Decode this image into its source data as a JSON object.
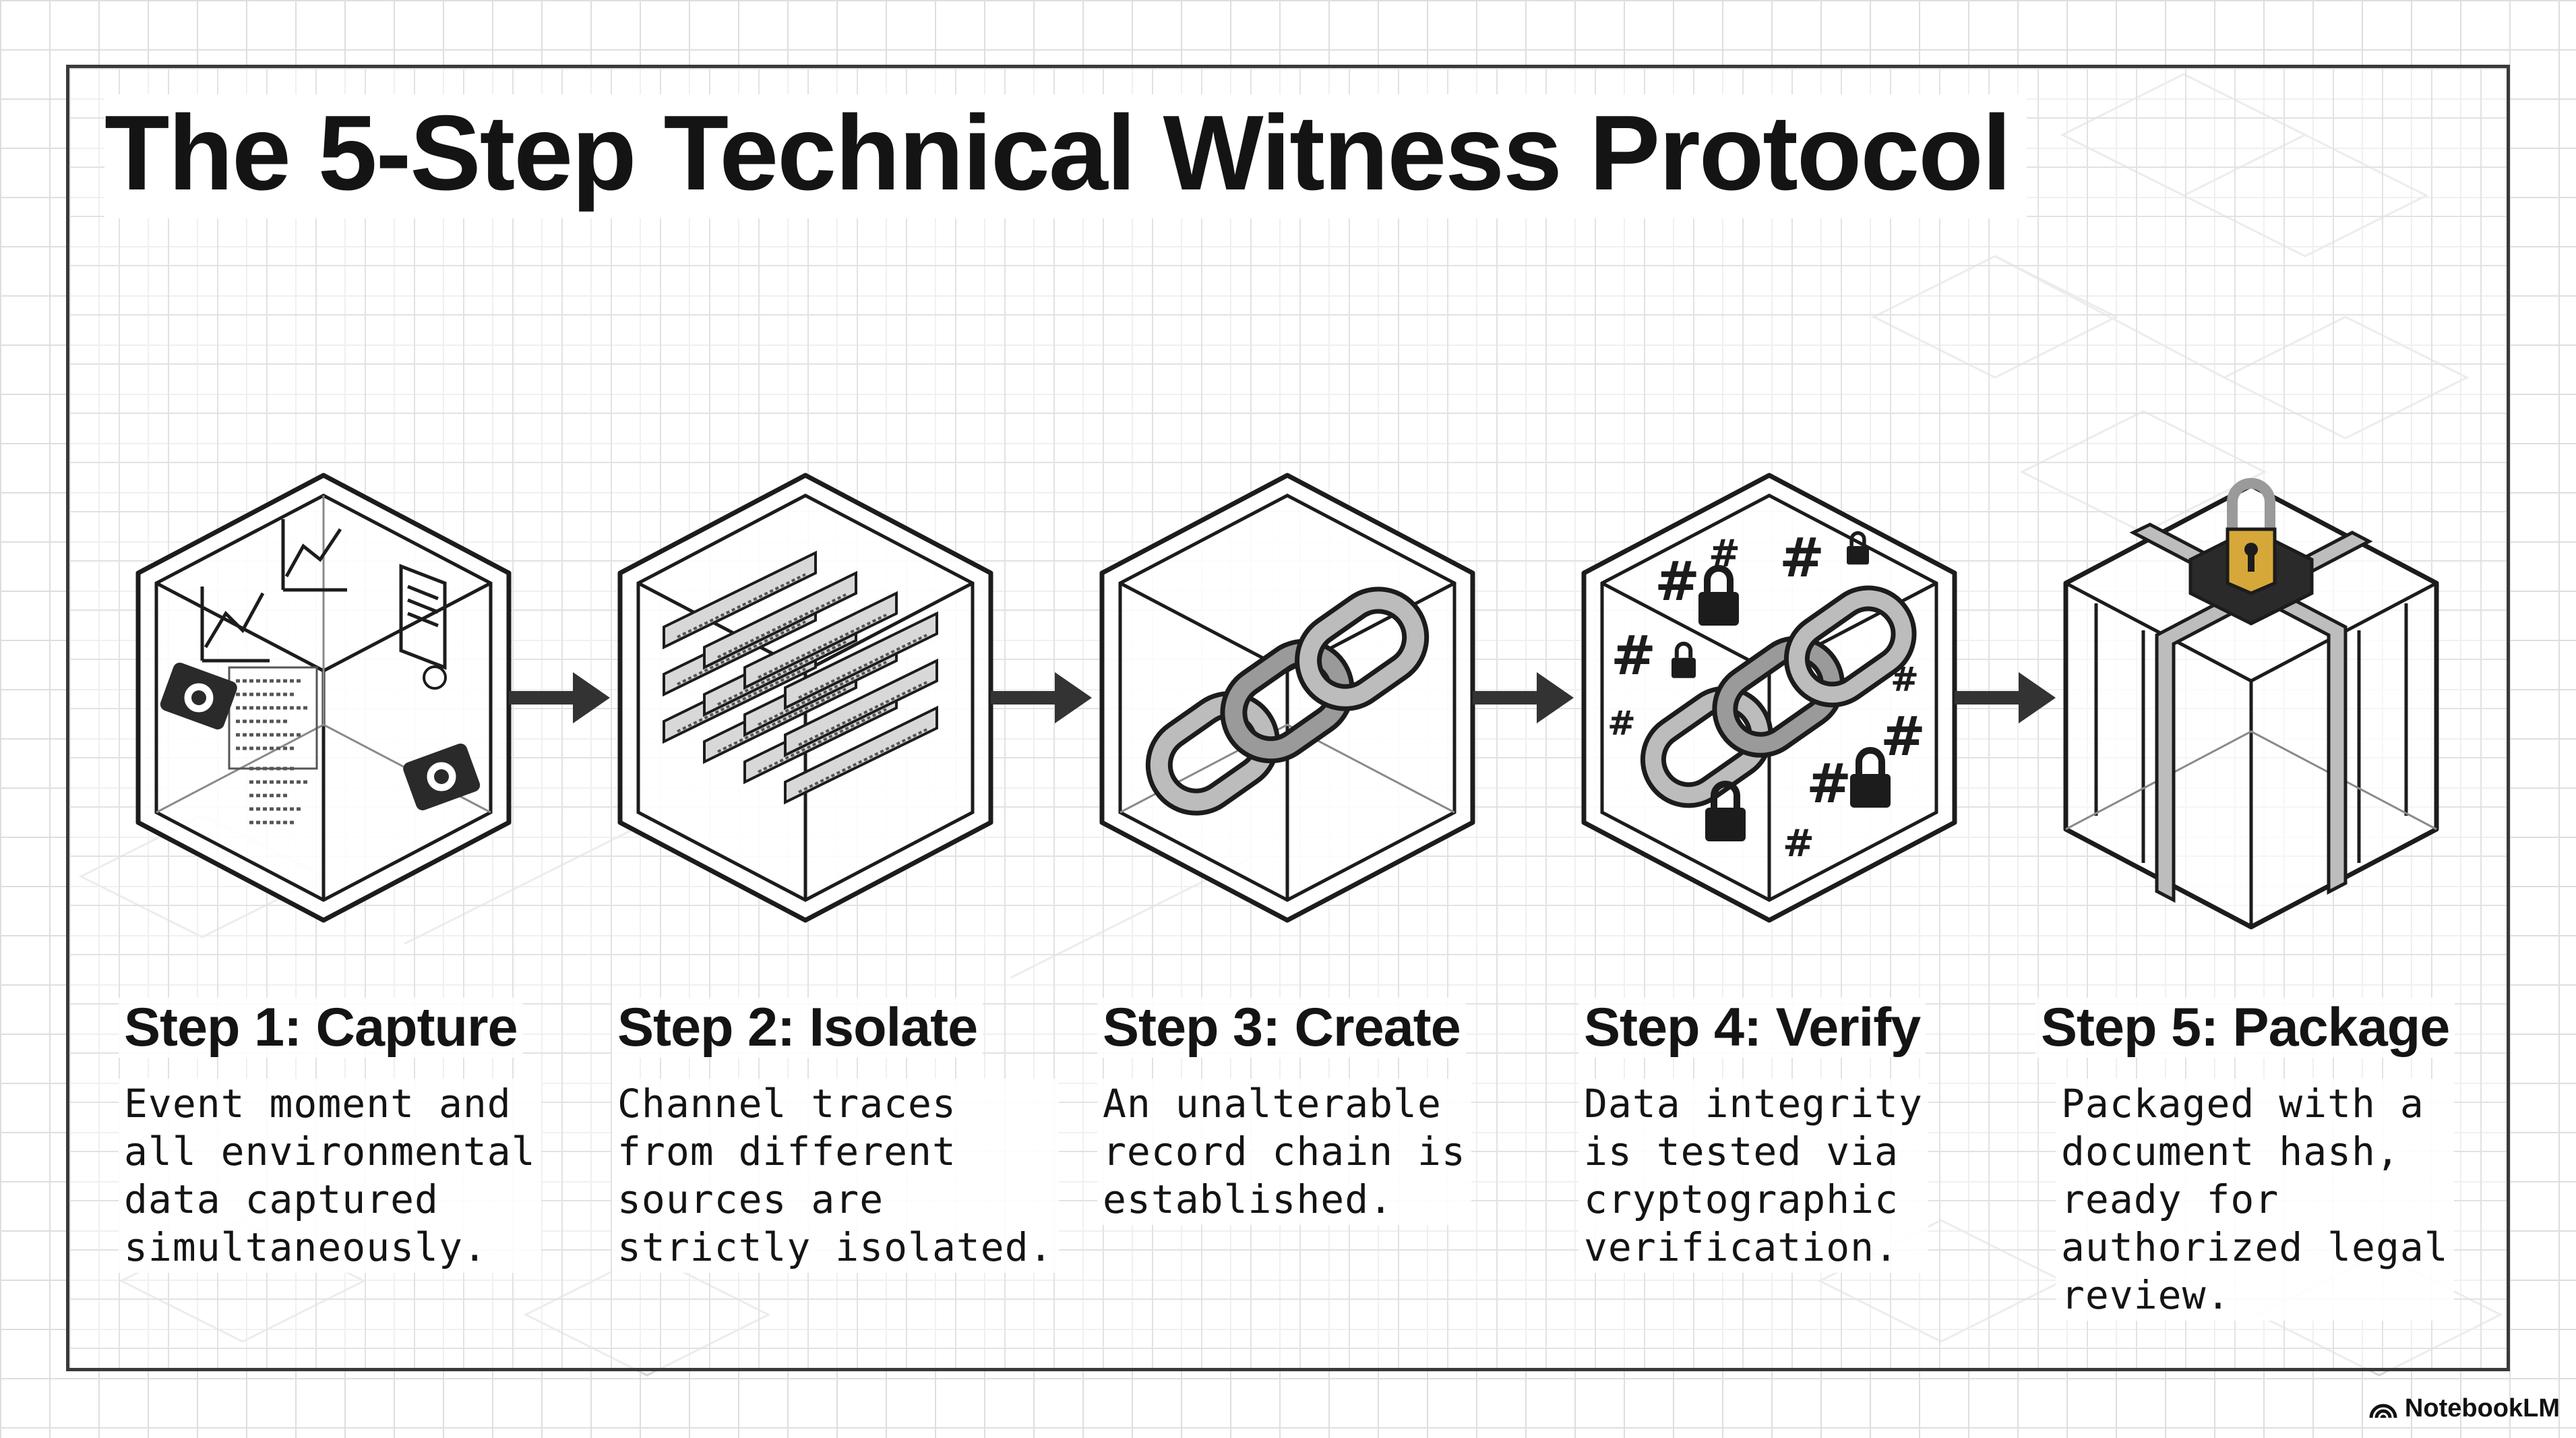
{
  "title": "The 5-Step Technical Witness Protocol",
  "steps": [
    {
      "heading": "Step 1: Capture",
      "description": "Event moment and\nall environmental\ndata captured\nsimultaneously.",
      "icon": "capture-cube-icon"
    },
    {
      "heading": "Step 2: Isolate",
      "description": "Channel traces\nfrom different\nsources are\nstrictly isolated.",
      "icon": "isolation-cube-icon"
    },
    {
      "heading": "Step 3: Create",
      "description": "An unalterable\nrecord chain is\nestablished.",
      "icon": "chain-cube-icon"
    },
    {
      "heading": "Step 4: Verify",
      "description": "Data integrity\nis tested via\ncryptographic\nverification.",
      "icon": "hash-lock-cube-icon"
    },
    {
      "heading": "Step 5: Package",
      "description": "Packaged with a\ndocument hash,\nready for\nauthorized legal\nreview.",
      "icon": "locked-package-icon"
    }
  ],
  "footer": {
    "brand": "NotebookLM",
    "icon": "notebooklm-logo-icon"
  },
  "colors": {
    "ink": "#141414",
    "grid": "#dedede",
    "gold": "#d6a83a",
    "steel": "#bdbdbd"
  }
}
